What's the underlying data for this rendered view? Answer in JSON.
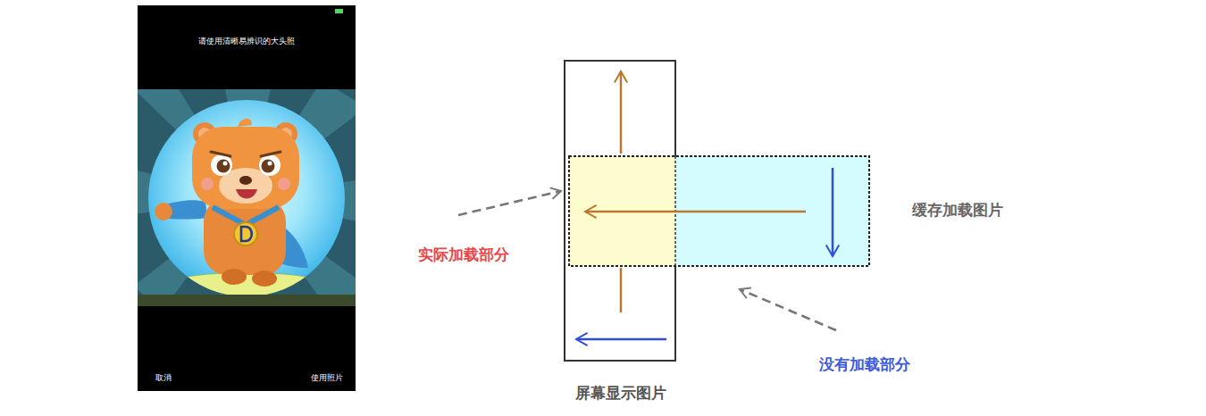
{
  "diagram": {
    "nodes": [
      {
        "text": [
          "请使用清晰易辨识的大头照",
          "取消",
          "使用照片"
        ]
      }
    ],
    "labels": [
      "缓存加载图片",
      "实际加载部分",
      "没有加载部分",
      "屏幕显示图片"
    ]
  }
}
